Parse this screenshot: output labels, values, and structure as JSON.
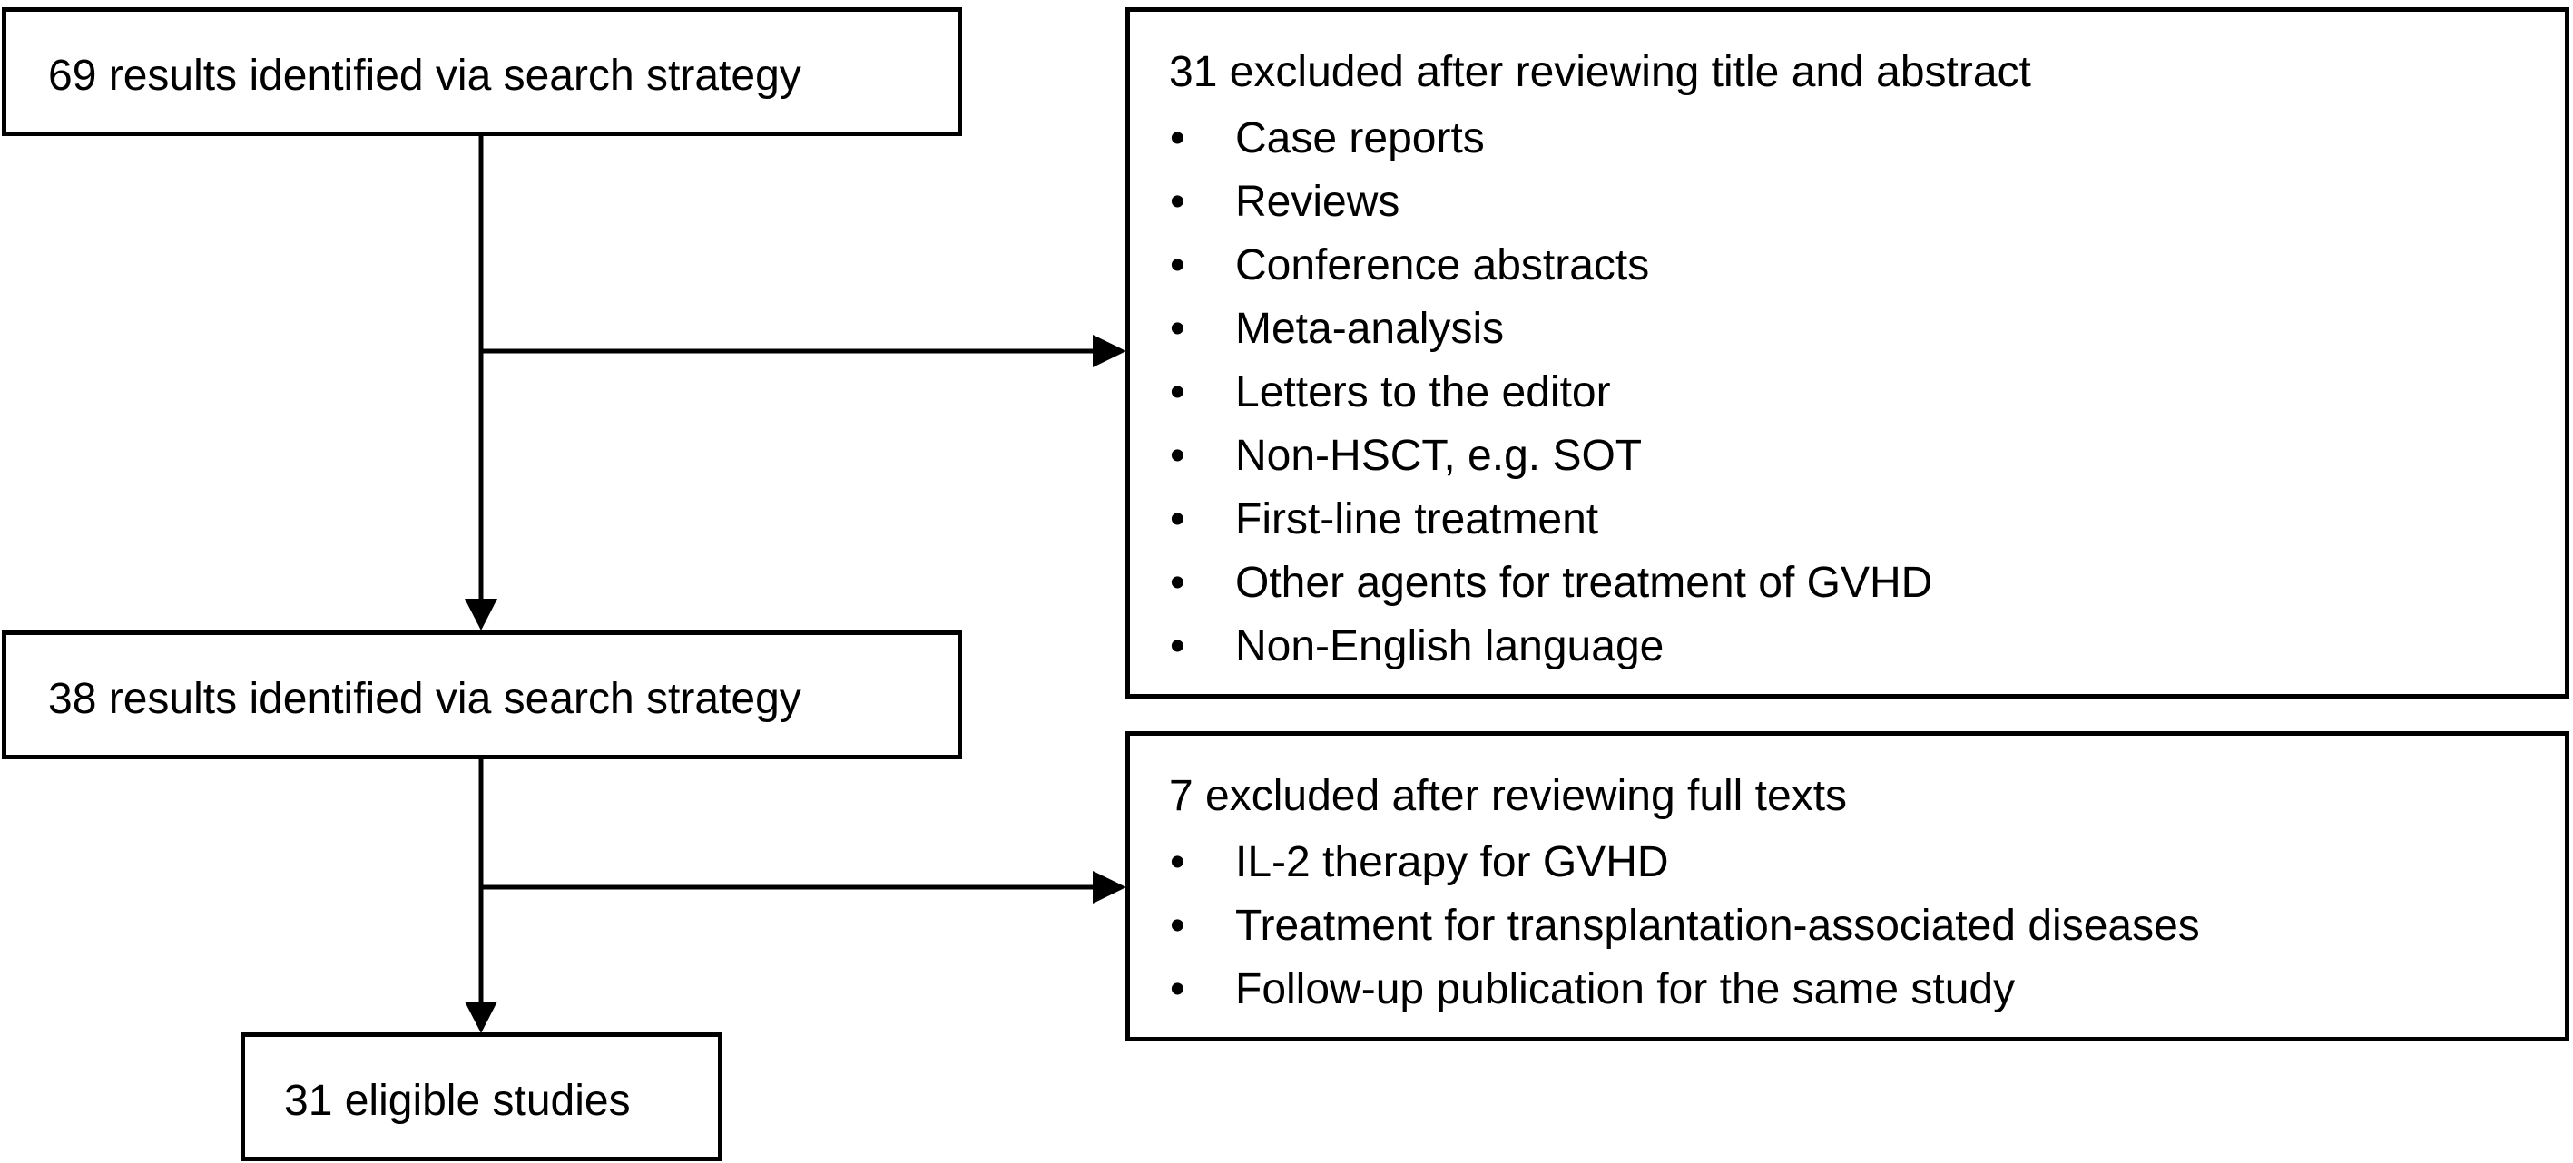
{
  "flow": {
    "identified_initial": "69 results identified via search strategy",
    "identified_after_screening": "38 results identified via search strategy",
    "eligible": "31 eligible studies"
  },
  "exclusion_title_abstract": {
    "heading": "31 excluded after reviewing title and abstract",
    "bullet": "•",
    "reasons": [
      "Case reports",
      "Reviews",
      "Conference abstracts",
      "Meta-analysis",
      "Letters to the editor",
      "Non-HSCT, e.g. SOT",
      "First-line treatment",
      "Other agents for treatment of GVHD",
      "Non-English language"
    ]
  },
  "exclusion_full_text": {
    "heading": "7 excluded after reviewing full texts",
    "bullet": "•",
    "reasons": [
      "IL-2 therapy for GVHD",
      "Treatment for transplantation-associated diseases",
      "Follow-up publication for the same study"
    ]
  }
}
